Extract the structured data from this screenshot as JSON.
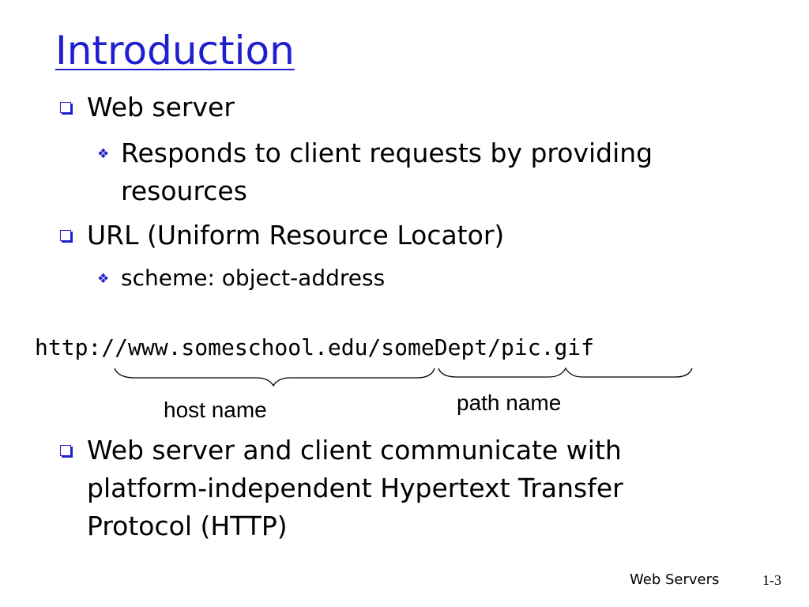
{
  "slide": {
    "title": "Introduction",
    "bullets": [
      {
        "text": "Web server",
        "level": 1
      },
      {
        "text": "Responds to client requests by providing resources",
        "level": 2
      },
      {
        "text": "URL (Uniform Resource Locator)",
        "level": 1
      },
      {
        "text": "scheme: object-address",
        "level": 2
      },
      {
        "text": "Web server and client communicate with platform-independent Hypertext Transfer Protocol (HTTP)",
        "level": 1
      }
    ],
    "url_example": "http://www.someschool.edu/someDept/pic.gif",
    "host_label": "host name",
    "path_label": "path name"
  },
  "footer": {
    "section": "Web Servers",
    "page": "1-3"
  },
  "colors": {
    "accent": "#1f1fd0",
    "text": "#000000",
    "background": "#ffffff"
  }
}
